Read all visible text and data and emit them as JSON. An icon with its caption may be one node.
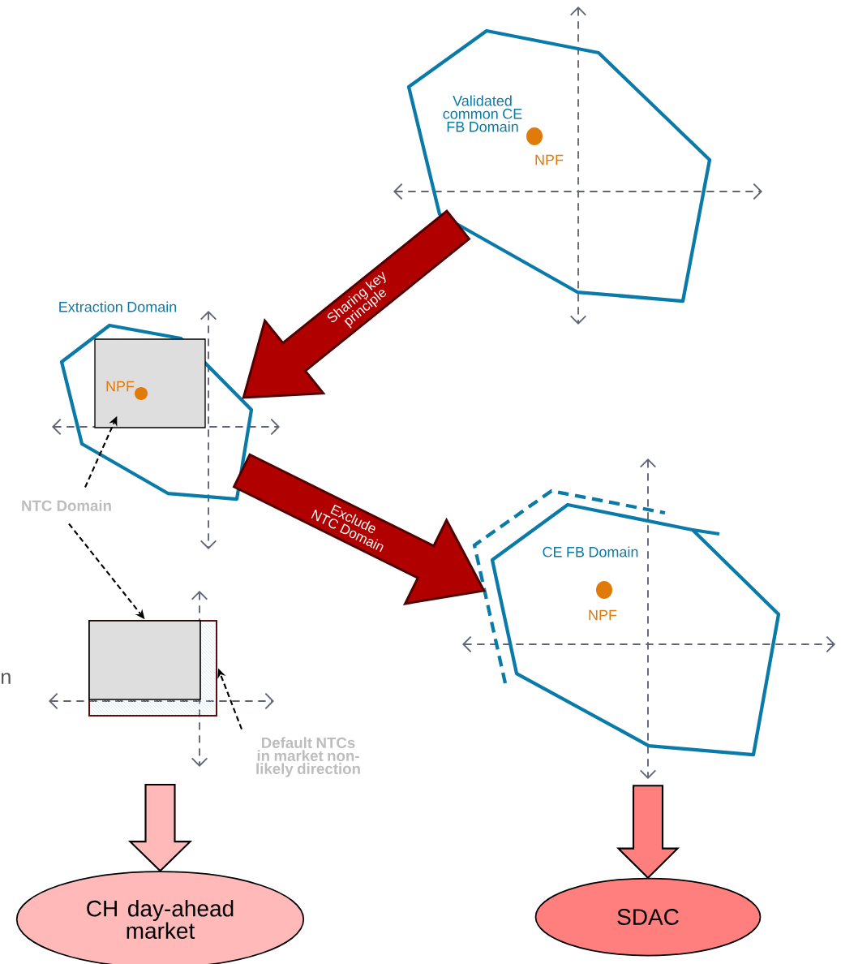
{
  "diagram": {
    "nodes": [
      {
        "text": [
          "Validated common CE FB Domain",
          "NPF"
        ]
      },
      {
        "text": [
          "Extraction Domain"
        ]
      },
      {
        "text": [
          "NPF"
        ],
        "in": 1
      },
      {
        "text": [
          "NTC Domain"
        ]
      },
      {
        "text": [],
        "shape": "box"
      },
      {
        "text": [],
        "shape": "box",
        "in": 4
      },
      {
        "text": [
          "Default NTCs in market non-likely direction"
        ]
      },
      {
        "text": [
          "CE FB Domain",
          "NPF"
        ]
      },
      {
        "text": [
          "CH day-ahead market"
        ]
      },
      {
        "text": [
          "SDAC"
        ]
      }
    ],
    "edges": [
      {
        "from": 0,
        "to": 1,
        "arrow": "to",
        "label": "Sharing key principle",
        "color": "#b00000"
      },
      {
        "from": 1,
        "to": 7,
        "arrow": "to",
        "label": "Exclude NTC Domain",
        "color": "#b00000"
      },
      {
        "from": 3,
        "to": 2,
        "arrow": "to",
        "style": "dashed"
      },
      {
        "from": 3,
        "to": 5,
        "arrow": "to",
        "style": "dashed"
      },
      {
        "from": 6,
        "to": 4,
        "arrow": "to",
        "style": "dashed"
      },
      {
        "from": null,
        "to": 8,
        "arrow": "to",
        "color": "#ffb9b9"
      },
      {
        "from": 7,
        "to": 9,
        "arrow": "to",
        "color": "#ff7f7f"
      }
    ],
    "labels": [
      "n"
    ]
  }
}
